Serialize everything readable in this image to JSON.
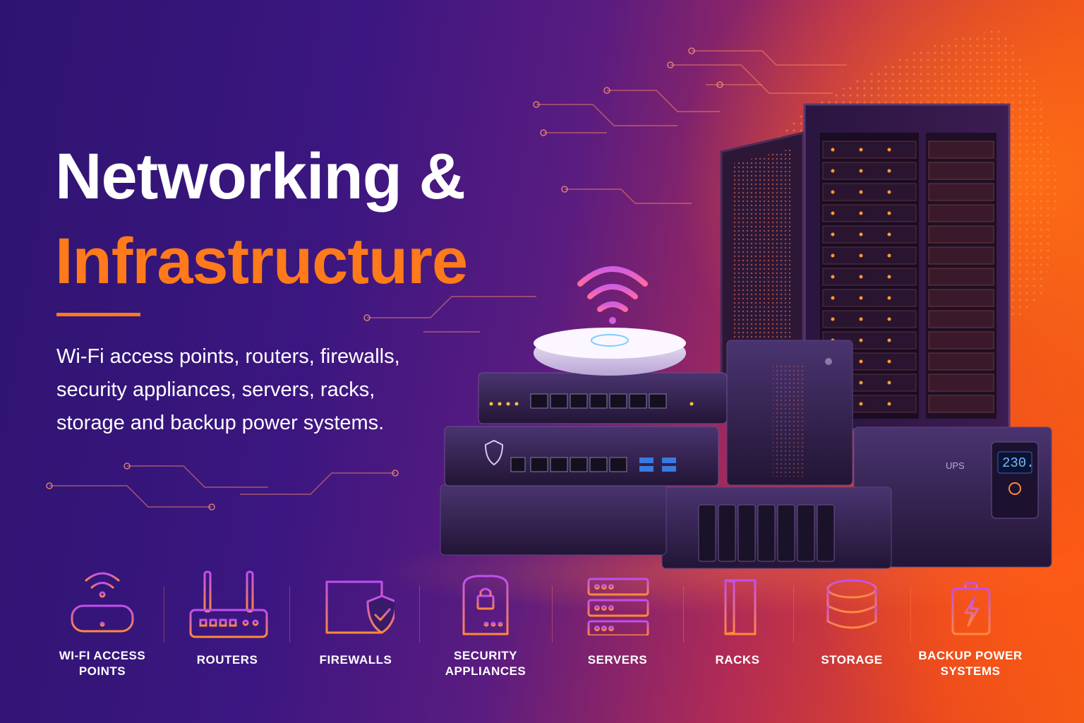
{
  "headline": {
    "line1": "Networking &",
    "line2": "Infrastructure"
  },
  "subtitle": {
    "lines": [
      "Wi-Fi access points, routers, firewalls,",
      "security appliances, servers, racks,",
      "storage and backup power systems."
    ]
  },
  "ups": {
    "label": "UPS",
    "display": "230."
  },
  "categories": [
    {
      "label_lines": [
        "WI-FI ACCESS",
        "POINTS"
      ],
      "icon": "wifi-access-point-icon"
    },
    {
      "label_lines": [
        "ROUTERS"
      ],
      "icon": "router-icon"
    },
    {
      "label_lines": [
        "FIREWALLS"
      ],
      "icon": "firewall-icon"
    },
    {
      "label_lines": [
        "SECURITY",
        "APPLIANCES"
      ],
      "icon": "security-appliance-icon"
    },
    {
      "label_lines": [
        "SERVERS"
      ],
      "icon": "server-icon"
    },
    {
      "label_lines": [
        "RACKS"
      ],
      "icon": "rack-icon"
    },
    {
      "label_lines": [
        "STORAGE"
      ],
      "icon": "storage-icon"
    },
    {
      "label_lines": [
        "BACKUP POWER",
        "SYSTEMS"
      ],
      "icon": "battery-icon"
    }
  ],
  "colors": {
    "accent": "#ff7a1a",
    "icon_gradient_start": "#c04ff0",
    "icon_gradient_end": "#ff8a3a",
    "background_left": "#2e1470",
    "background_right": "#f05a14"
  }
}
